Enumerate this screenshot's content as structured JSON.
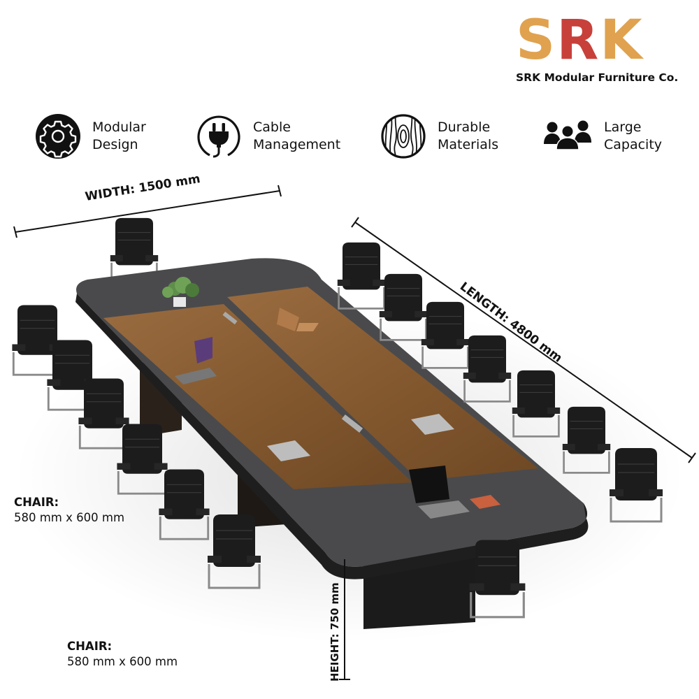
{
  "brand": {
    "logo_letters": [
      {
        "char": "S",
        "color": "#E0A24E"
      },
      {
        "char": "R",
        "color": "#C8403A"
      },
      {
        "char": "K",
        "color": "#E0A24E"
      }
    ],
    "company_name": "SRK Modular Furniture Co."
  },
  "features": [
    {
      "icon": "gear-icon",
      "line1": "Modular",
      "line2": "Design"
    },
    {
      "icon": "plug-icon",
      "line1": "Cable",
      "line2": "Management"
    },
    {
      "icon": "wood-grain-icon",
      "line1": "Durable",
      "line2": "Materials"
    },
    {
      "icon": "people-group-icon",
      "line1": "Large",
      "line2": "Capacity"
    }
  ],
  "dimensions": {
    "width": "WIDTH: 1500 mm",
    "length": "LENGTH: 4800 mm",
    "height": "HEIGHT: 750 mm"
  },
  "chair_specs": [
    {
      "title": "CHAIR:",
      "value": "580 mm x 600 mm"
    },
    {
      "title": "CHAIR:",
      "value": "580 mm x 600 mm"
    }
  ],
  "colors": {
    "logo_gold": "#E0A24E",
    "logo_red": "#C8403A",
    "table_dark": "#4a4a4c",
    "table_wood": "#8a5f36",
    "chair_black": "#1c1c1c",
    "text": "#111111"
  }
}
